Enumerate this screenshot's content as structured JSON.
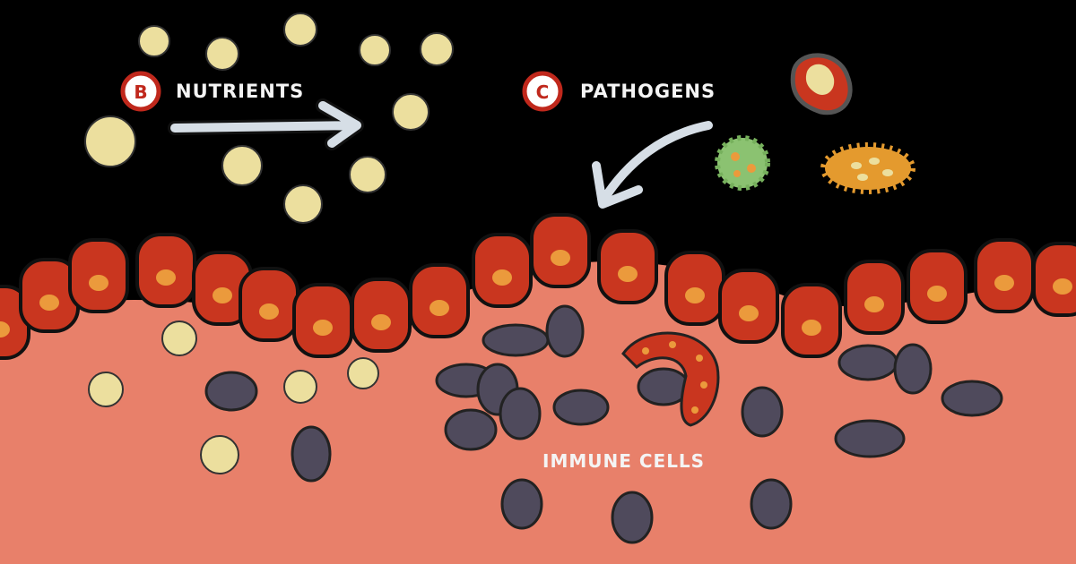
{
  "labels": {
    "nutrients": {
      "badge": "B",
      "text": "NUTRIENTS"
    },
    "pathogens": {
      "badge": "C",
      "text": "PATHOGENS"
    },
    "immune_cells": "IMMUNE CELLS"
  },
  "colors": {
    "background_top": "#000000",
    "tissue": "#e8806a",
    "epithelial_cell": "#c9361f",
    "nucleus": "#eb9a3c",
    "nutrient": "#ecdf9e",
    "immune_cell": "#4f4a5c",
    "arrow": "#d6dee6",
    "badge_ring": "#c0281c"
  }
}
